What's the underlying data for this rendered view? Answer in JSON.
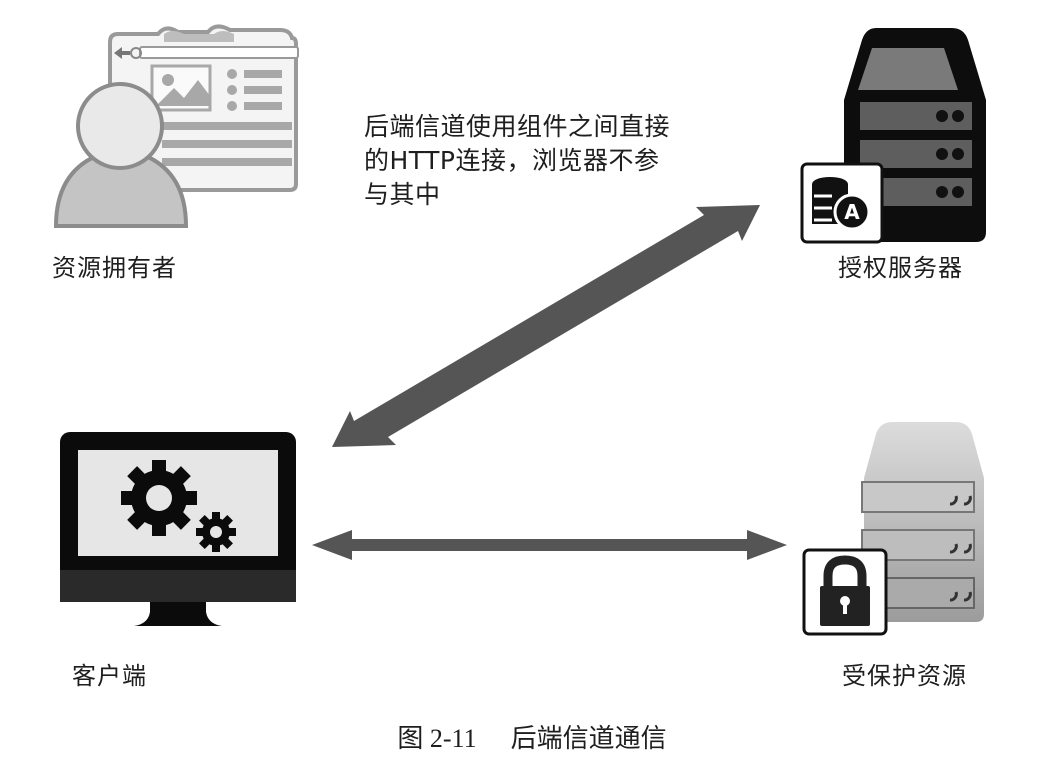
{
  "nodes": {
    "resource_owner": {
      "label": "资源拥有者",
      "icon": "user-with-browser-icon"
    },
    "authorization_server": {
      "label": "授权服务器",
      "icon": "server-stack-icon",
      "badge_icon": "database-auth-icon",
      "badge_letter": "A"
    },
    "client": {
      "label": "客户端",
      "icon": "monitor-gears-icon"
    },
    "protected_resource": {
      "label": "受保护资源",
      "icon": "server-stack-icon",
      "badge_icon": "padlock-icon"
    }
  },
  "note": {
    "lines": [
      "后端信道使用组件之间直接",
      "的HTTP连接，浏览器不参",
      "与其中"
    ]
  },
  "edges": [
    {
      "from": "client",
      "to": "authorization_server",
      "type": "bidirectional-arrow"
    },
    {
      "from": "client",
      "to": "protected_resource",
      "type": "bidirectional-arrow"
    }
  ],
  "caption": {
    "number": "图 2-11",
    "title": "后端信道通信"
  },
  "colors": {
    "arrow": "#555555",
    "dark": "#111111",
    "light_gray": "#e6e6e6",
    "mid_gray": "#9a9a9a"
  }
}
